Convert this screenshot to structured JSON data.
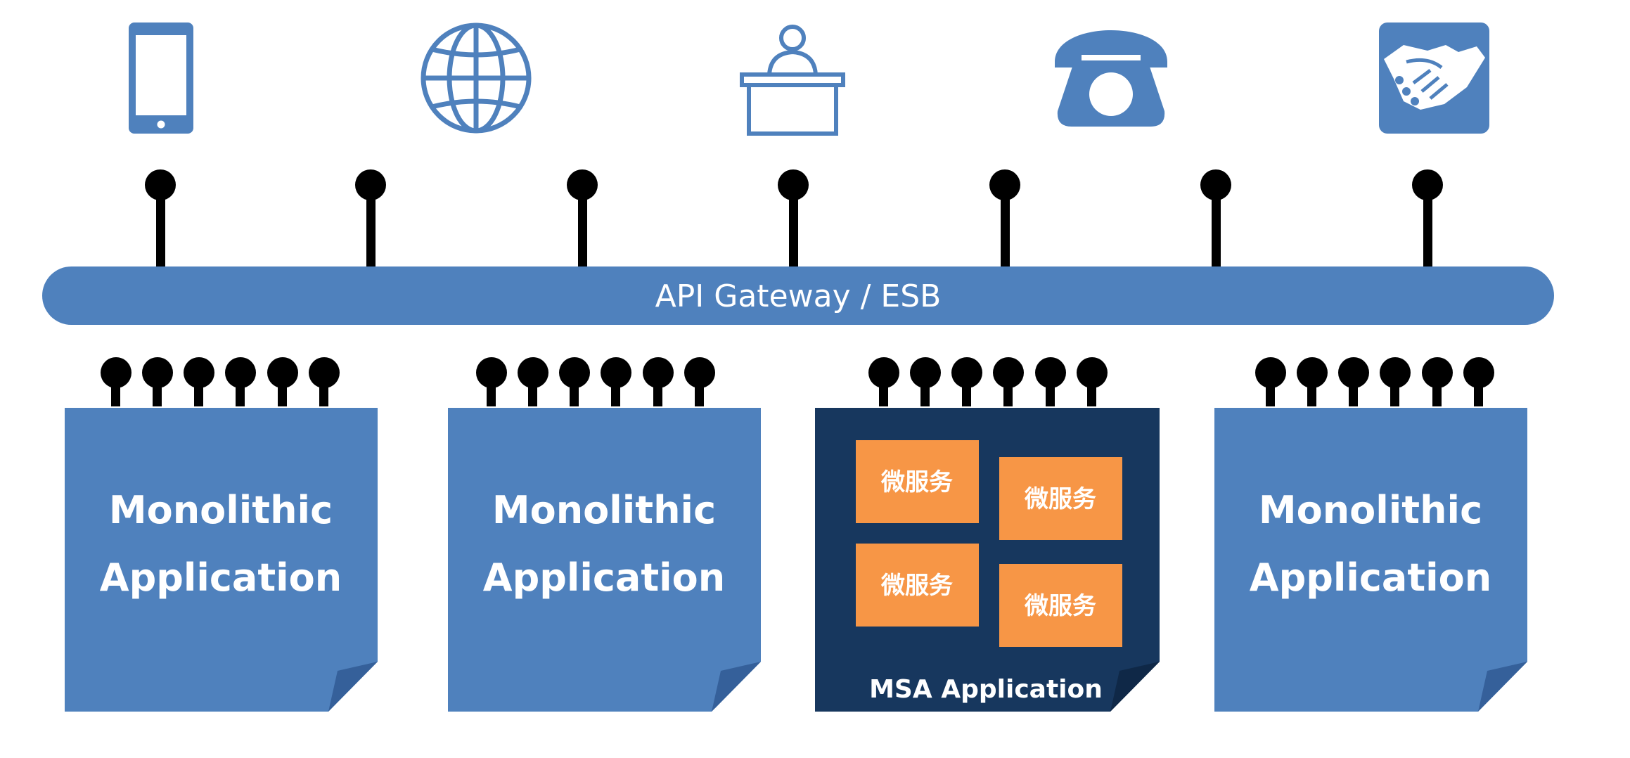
{
  "colors": {
    "primary_blue": "#4f81bd",
    "dark_navy": "#17375e",
    "fold_blue": "#35609a",
    "fold_navy": "#0f2847",
    "service_orange": "#f79646",
    "pin_black": "#000000"
  },
  "channels": [
    {
      "icon": "mobile-phone-icon"
    },
    {
      "icon": "globe-icon"
    },
    {
      "icon": "service-desk-icon"
    },
    {
      "icon": "telephone-icon"
    },
    {
      "icon": "handshake-icon"
    }
  ],
  "gateway": {
    "label": "API Gateway / ESB"
  },
  "applications": [
    {
      "type": "monolithic",
      "line1": "Monolithic",
      "line2": "Application"
    },
    {
      "type": "monolithic",
      "line1": "Monolithic",
      "line2": "Application"
    },
    {
      "type": "msa",
      "label": "MSA Application",
      "services": [
        "微服务",
        "微服务",
        "微服务",
        "微服务"
      ]
    },
    {
      "type": "monolithic",
      "line1": "Monolithic",
      "line2": "Application"
    }
  ]
}
